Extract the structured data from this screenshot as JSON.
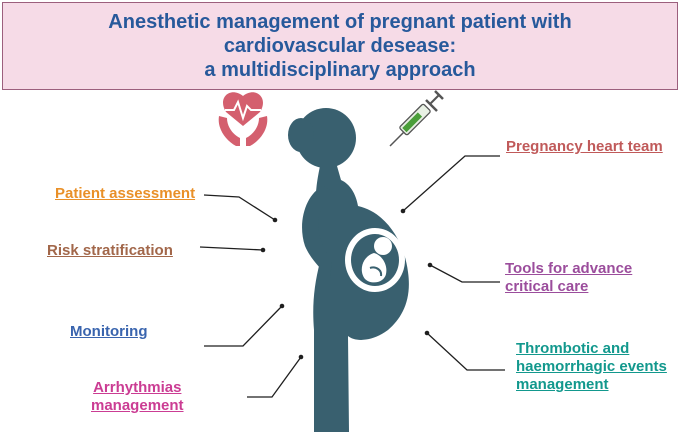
{
  "title": {
    "line1": "Anesthetic management of pregnant patient with",
    "line2": "cardiovascular desease:",
    "line3": "a multidisciplinary approach"
  },
  "labels": {
    "patient_assessment": "Patient assessment",
    "risk_stratification": "Risk stratification",
    "monitoring": "Monitoring",
    "arrhythmias_1": "Arrhythmias",
    "arrhythmias_2": "management",
    "pregnancy_heart_team": "Pregnancy heart team",
    "tools_1": "Tools for advance",
    "tools_2": "critical care",
    "thrombotic_1": "Thrombotic and",
    "thrombotic_2": "haemorrhagic events",
    "thrombotic_3": "management"
  },
  "colors": {
    "title_text": "#27599b",
    "title_bg": "#f6dbe7",
    "title_border": "#9c5f7d",
    "silhouette": "#39606f",
    "patient_assessment": "#e99028",
    "risk_stratification": "#a2674a",
    "monitoring": "#3964ae",
    "arrhythmias": "#cb3c93",
    "pregnancy_heart_team": "#c05a5a",
    "tools": "#9b4d9c",
    "thrombotic": "#12988d",
    "heart_icon": "#d45f6e",
    "syringe_icon": "#4a9e3a"
  },
  "icons": {
    "heart": "heart-in-hands-icon",
    "syringe": "syringe-icon"
  }
}
